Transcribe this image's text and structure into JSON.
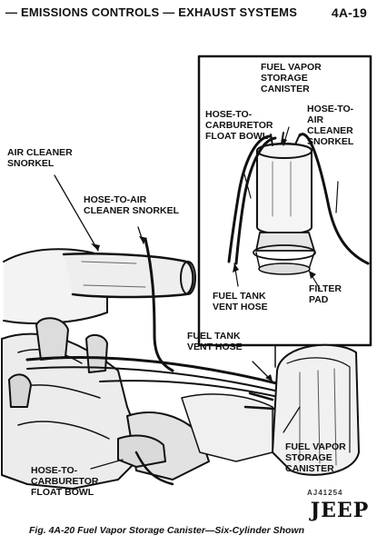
{
  "header": {
    "title": "— EMISSIONS CONTROLS — EXHAUST SYSTEMS",
    "page_number": "4A-19"
  },
  "labels": {
    "fuel_vapor_canister_inset": [
      "FUEL VAPOR",
      "STORAGE",
      "CANISTER"
    ],
    "hose_to_carburetor_inset": [
      "HOSE-TO-",
      "CARBURETOR",
      "FLOAT BOWL"
    ],
    "hose_to_air_cleaner_inset": [
      "HOSE-TO-",
      "AIR",
      "CLEANER",
      "SNORKEL"
    ],
    "fuel_tank_vent_inset": [
      "FUEL TANK",
      "VENT HOSE"
    ],
    "filter_pad": [
      "FILTER",
      "PAD"
    ],
    "air_cleaner_snorkel": [
      "AIR CLEANER",
      "SNORKEL"
    ],
    "hose_to_air_cleaner_snorkel": [
      "HOSE-TO-AIR",
      "CLEANER SNORKEL"
    ],
    "fuel_tank_vent_hose": [
      "FUEL TANK",
      "VENT HOSE"
    ],
    "fuel_vapor_canister": [
      "FUEL VAPOR",
      "STORAGE",
      "CANISTER"
    ],
    "hose_to_carburetor": [
      "HOSE-TO-",
      "CARBURETOR",
      "FLOAT BOWL"
    ]
  },
  "doc_id": "AJ41254",
  "caption": "Fig. 4A-20  Fuel Vapor Storage Canister—Six-Cylinder Shown",
  "watermark": {
    "text": "JEEP"
  }
}
